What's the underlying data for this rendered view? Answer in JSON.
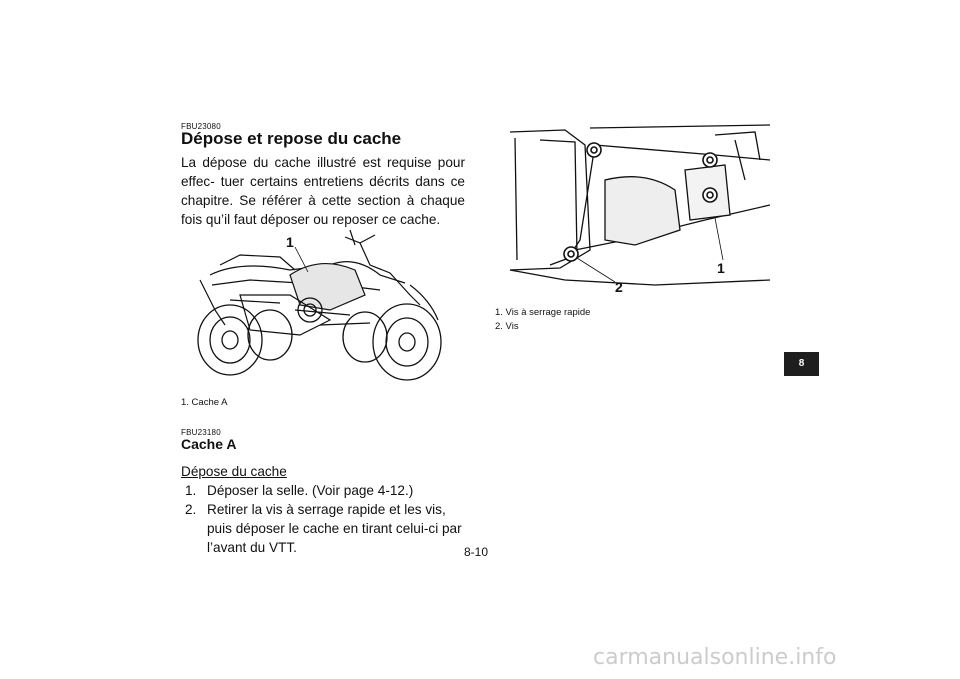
{
  "left": {
    "code1": "FBU23080",
    "title": "Dépose et repose du cache",
    "para": "La dépose du cache illustré est requise pour effec- tuer certains entretiens décrits dans ce chapitre. Se référer à cette section à chaque fois qu’il faut déposer ou reposer ce cache.",
    "figure_callout": "1",
    "caption": "1.  Cache A",
    "code2": "FBU23180",
    "subtitle": "Cache A",
    "procedure_title": "Dépose du cache",
    "steps": [
      {
        "num": "1.",
        "text": "Déposer la selle. (Voir page 4-12.)"
      },
      {
        "num": "2.",
        "text": "Retirer la vis à serrage rapide et les vis, puis déposer le cache en tirant celui-ci par l’avant du VTT."
      }
    ]
  },
  "right": {
    "callouts": [
      "1",
      "2"
    ],
    "captions": [
      "1.  Vis à serrage rapide",
      "2.  Vis"
    ]
  },
  "page_number": "8-10",
  "chapter_tab": "8",
  "watermark": "carmanualsonline.info"
}
